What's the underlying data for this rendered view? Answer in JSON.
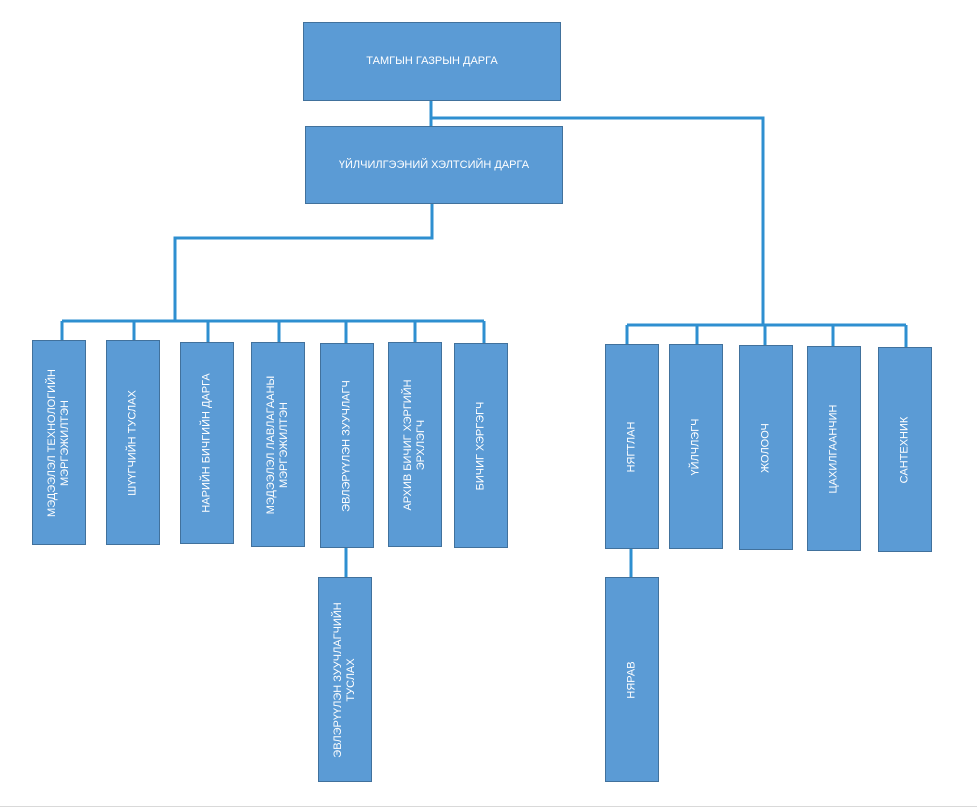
{
  "org_chart": {
    "head": "ТАМГЫН ГАЗРЫН ДАРГА",
    "service_head": "ҮЙЛЧИЛГЭЭНИЙ ХЭЛТСИЙН ДАРГА",
    "service_staff": [
      [
        "МЭДЭЭЛЭЛ ТЕХНОЛОГИЙН",
        "МЭРГЭЖИЛТЭН"
      ],
      [
        "ШҮҮГЧИЙН ТУСЛАХ"
      ],
      [
        "НАРИЙН БИЧГИЙН ДАРГА"
      ],
      [
        "МЭДЭЭЛЭЛ ЛАВЛАГААНЫ",
        "МЭРГЭЖИЛТЭН"
      ],
      [
        "ЭВЛЭРҮҮЛЭН ЗУУЧЛАГЧ"
      ],
      [
        "АРХИВ БИЧИГ ХЭРГИЙН",
        "ЭРХЛЭГЧ"
      ],
      [
        "БИЧИГ ХЭРГЭГЧ"
      ]
    ],
    "mediator_assistant": [
      "ЭВЛЭРҮҮЛЭН ЗУУЧЛАГЧИЙН",
      "ТУСЛАХ"
    ],
    "direct_staff": [
      [
        "НЯГТЛАН"
      ],
      [
        "ҮЙЛЧЛЭГЧ"
      ],
      [
        "ЖОЛООЧ"
      ],
      [
        "ЦАХИЛГААНЧИН"
      ],
      [
        "САНТЕХНИК"
      ]
    ],
    "accountant_sub": [
      "НЯРАВ"
    ]
  },
  "colors": {
    "box_fill": "#5b9bd5",
    "box_border": "#41719c",
    "connector": "#2e8fd0",
    "text": "#ffffff"
  }
}
